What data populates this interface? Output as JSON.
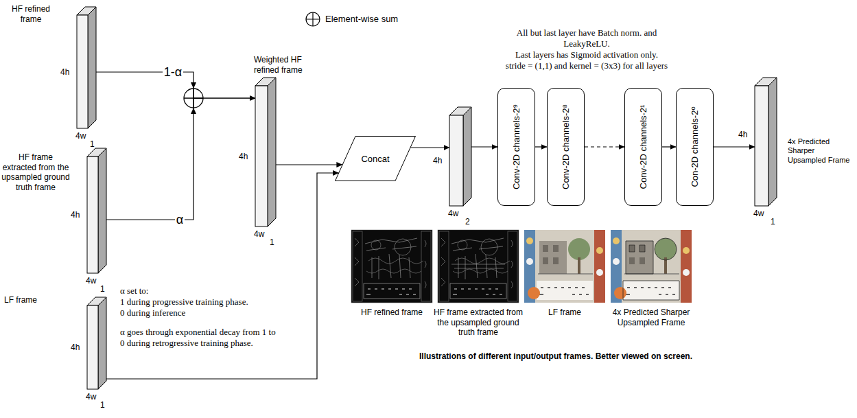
{
  "diagram": {
    "nodes": [
      {
        "text": [
          "HF refined frame",
          "4h",
          "4w",
          "1"
        ]
      },
      {
        "text": [
          "HF frame extracted from the upsampled ground truth frame",
          "4h",
          "4w",
          "1"
        ]
      },
      {
        "text": [
          "LF frame",
          "4h",
          "4w",
          "1"
        ]
      },
      {
        "text": [
          "Weighted HF refined frame",
          "4h",
          "4w",
          "1"
        ]
      },
      {
        "text": [
          "Concat"
        ]
      },
      {
        "text": [
          "4h",
          "4w",
          "2"
        ]
      },
      {
        "text": [
          "Conv-2D channels-2⁹"
        ]
      },
      {
        "text": [
          "Conv-2D channels-2⁸"
        ]
      },
      {
        "text": [
          "Conv-2D channels-2¹"
        ]
      },
      {
        "text": [
          "Con-2D channels-2⁰"
        ]
      },
      {
        "text": [
          "4x Predicted Sharper Upsampled Frame",
          "4h",
          "4w",
          "1"
        ]
      }
    ],
    "edges": [
      {
        "from": 0,
        "to": 3,
        "label": "1-α",
        "arrow": "to"
      },
      {
        "from": 1,
        "to": 3,
        "label": "α",
        "arrow": "to"
      },
      {
        "from": 3,
        "to": 4,
        "arrow": "to"
      },
      {
        "from": 2,
        "to": 4,
        "arrow": "to"
      },
      {
        "from": 4,
        "to": 5,
        "arrow": "to"
      },
      {
        "from": 5,
        "to": 6,
        "arrow": "to"
      },
      {
        "from": 6,
        "to": 7,
        "arrow": "to"
      },
      {
        "from": 7,
        "to": 8,
        "arrow": "to"
      },
      {
        "from": 8,
        "to": 9,
        "arrow": "to"
      },
      {
        "from": 9,
        "to": 10,
        "arrow": "to"
      }
    ],
    "labels": [
      "All but last layer have Batch norm. and LeakyReLU.",
      "Last layers has Sigmoid activation only.",
      "stride = (1,1) and kernel = (3x3) for all layers",
      "α set to:",
      "1 during progressive training phase.",
      "0 during inference",
      "α goes through exponential decay from 1 to 0 during retrogressive training phase.",
      "HF refined frame",
      "HF frame extracted from the upsampled ground truth frame",
      "LF frame",
      "4x Predicted Sharper Upsampled Frame",
      "Illustrations of different input/output frames. Better viewed on screen."
    ],
    "legend": [
      {
        "text": "Element-wise sum"
      }
    ]
  }
}
